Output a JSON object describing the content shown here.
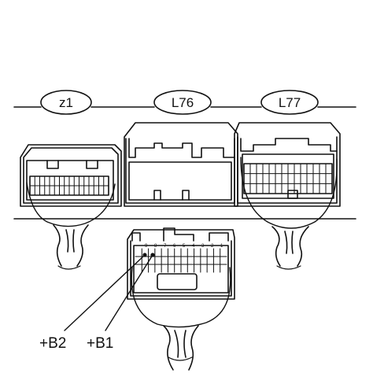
{
  "connectors": {
    "z1": "z1",
    "L76": "L76",
    "L77": "L77"
  },
  "callouts": {
    "b2": "+B2",
    "b1": "+B1"
  },
  "pin_numbers": [
    "9",
    "8",
    "7",
    "6",
    "5",
    "4",
    "3",
    "2",
    "1"
  ]
}
